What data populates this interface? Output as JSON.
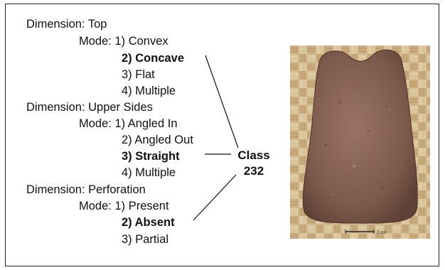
{
  "dimensions": [
    {
      "label": "Dimension: Top",
      "mode_prefix": "Mode: 1) Convex",
      "modes": [
        "2) Concave",
        "3) Flat",
        "4) Multiple"
      ]
    },
    {
      "label": "Dimension: Upper Sides",
      "mode_prefix": "Mode: 1) Angled In",
      "modes": [
        "2) Angled Out",
        "3) Straight",
        "4) Multiple"
      ]
    },
    {
      "label": "Dimension: Perforation",
      "mode_prefix": "Mode: 1) Present",
      "modes": [
        "2) Absent",
        "3) Partial"
      ]
    }
  ],
  "class_label": {
    "line1": "Class",
    "line2": "232"
  },
  "photo": {
    "scale_text": "2 cm"
  },
  "colors": {
    "stone": "#8a6555",
    "mat_light": "#d9c49b",
    "mat_dark": "#a88a5e"
  }
}
